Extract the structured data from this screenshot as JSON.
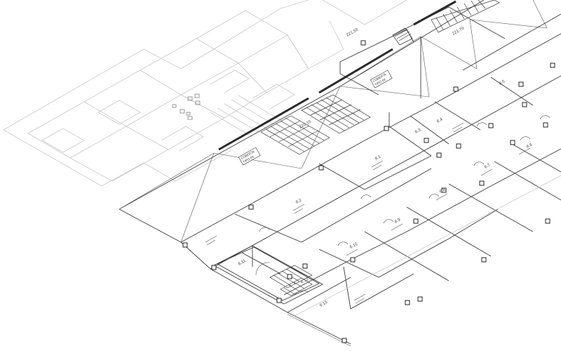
{
  "floor_plan": {
    "elevations": [
      "221.55",
      "221.70",
      "220.15"
    ],
    "rooms": [
      "6.1",
      "6.2",
      "6.3",
      "6.4",
      "6.5",
      "6.6",
      "6.7",
      "6.8",
      "6.9",
      "6.10",
      "6.11",
      "6.12",
      "6.13"
    ],
    "roof_tag": [
      "COBERTA",
      "TIPO 03"
    ]
  }
}
